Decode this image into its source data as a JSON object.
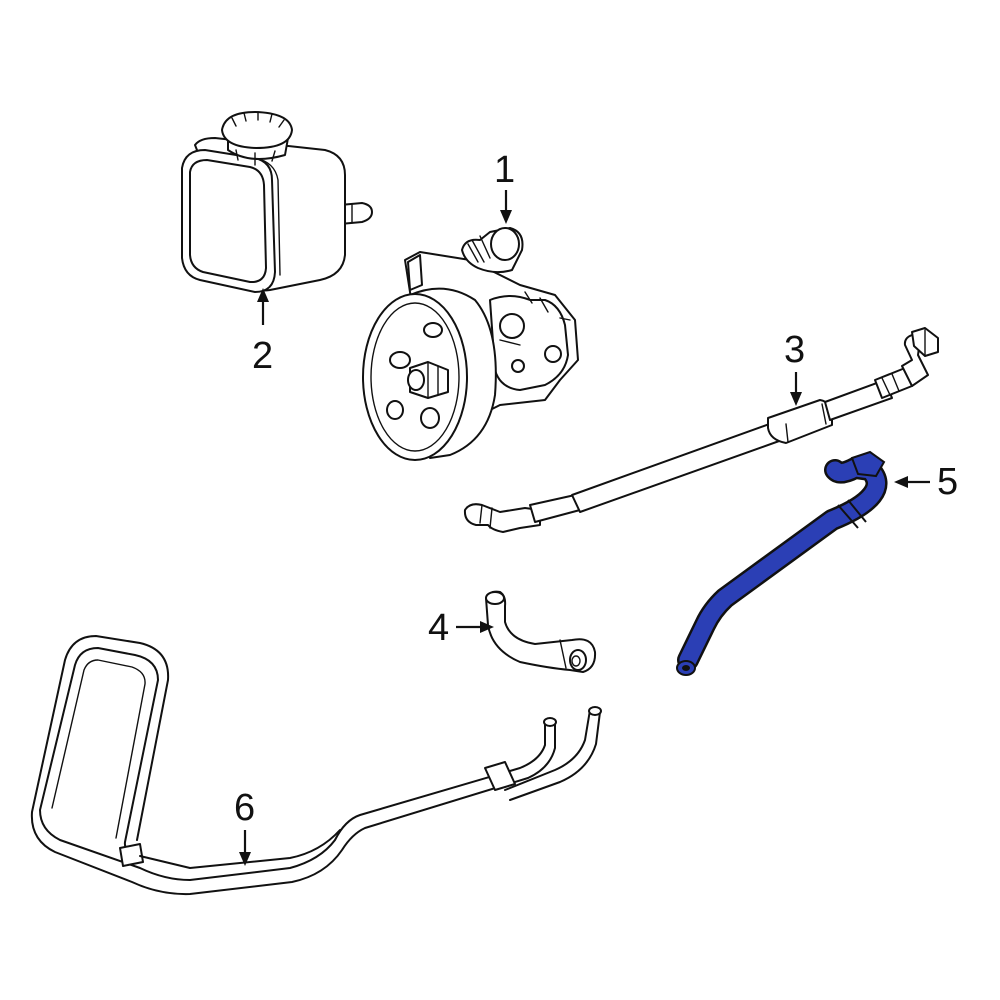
{
  "diagram": {
    "highlight_color": "#2b3fb5",
    "callouts": [
      {
        "id": "1",
        "label": "1"
      },
      {
        "id": "2",
        "label": "2"
      },
      {
        "id": "3",
        "label": "3"
      },
      {
        "id": "4",
        "label": "4"
      },
      {
        "id": "5",
        "label": "5"
      },
      {
        "id": "6",
        "label": "6"
      }
    ]
  }
}
